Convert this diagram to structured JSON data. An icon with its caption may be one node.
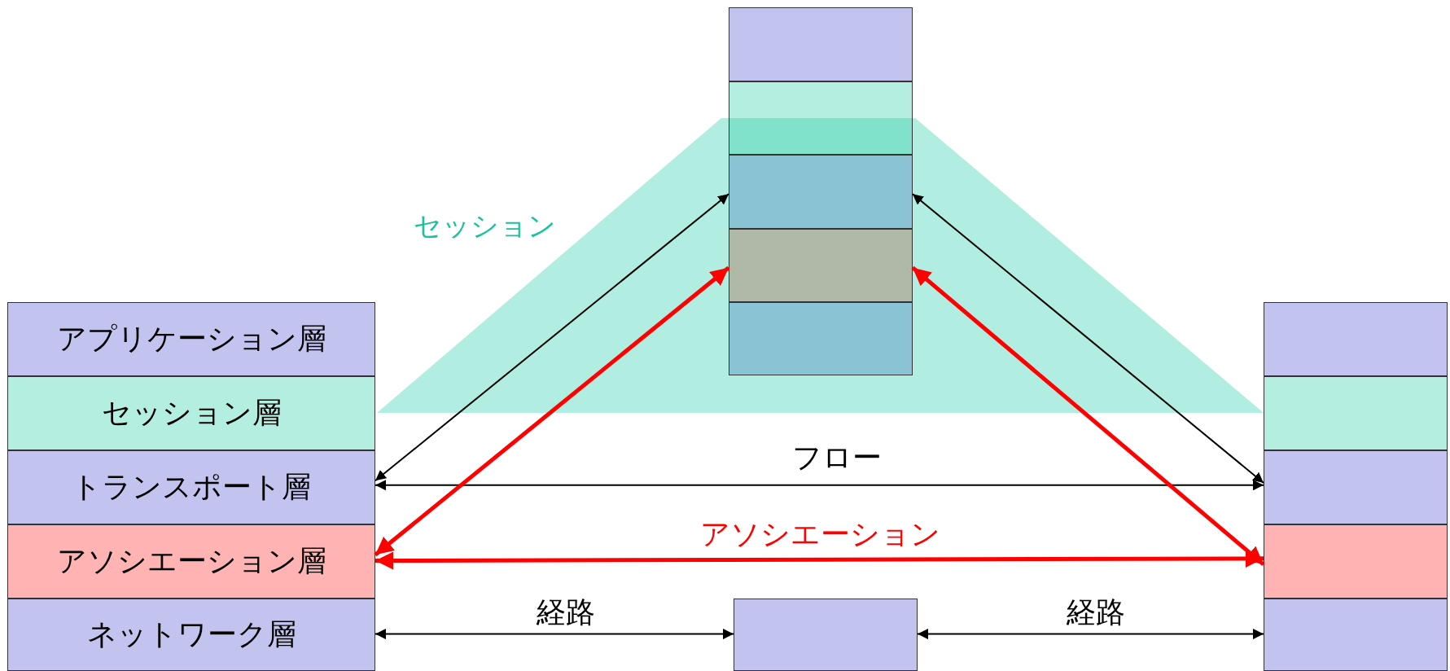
{
  "diagram": {
    "nodes": [
      {
        "text": [
          "アプリケーション層"
        ]
      },
      {
        "text": [
          "セッション層"
        ]
      },
      {
        "text": [
          "トランスポート層"
        ]
      },
      {
        "text": [
          "アソシエーション層"
        ]
      },
      {
        "text": [
          "ネットワーク層"
        ]
      },
      {
        "text": [],
        "shape": "box"
      },
      {
        "text": [],
        "shape": "box"
      },
      {
        "text": [],
        "shape": "box"
      },
      {
        "text": [],
        "shape": "box"
      },
      {
        "text": [],
        "shape": "box"
      },
      {
        "text": [],
        "shape": "box"
      },
      {
        "text": [],
        "shape": "box"
      },
      {
        "text": [],
        "shape": "box"
      },
      {
        "text": [],
        "shape": "box"
      },
      {
        "text": [],
        "shape": "box"
      },
      {
        "text": [],
        "shape": "box"
      }
    ],
    "edges": [
      {
        "from": 2,
        "to": 7,
        "arrow": "both"
      },
      {
        "from": 7,
        "to": 13,
        "arrow": "both"
      },
      {
        "from": 2,
        "to": 13,
        "arrow": "both",
        "label": "フロー"
      },
      {
        "from": 3,
        "to": 8,
        "arrow": "both",
        "style": "thick",
        "color": "#ff0000"
      },
      {
        "from": 8,
        "to": 14,
        "arrow": "both",
        "style": "thick",
        "color": "#ff0000"
      },
      {
        "from": 3,
        "to": 14,
        "arrow": "both",
        "style": "thick",
        "color": "#ff0000",
        "label": "アソシエーション"
      },
      {
        "from": 4,
        "to": 10,
        "arrow": "both",
        "label": "経路"
      },
      {
        "from": 10,
        "to": 15,
        "arrow": "both",
        "label": "経路"
      }
    ],
    "labels": [
      "セッション"
    ]
  }
}
